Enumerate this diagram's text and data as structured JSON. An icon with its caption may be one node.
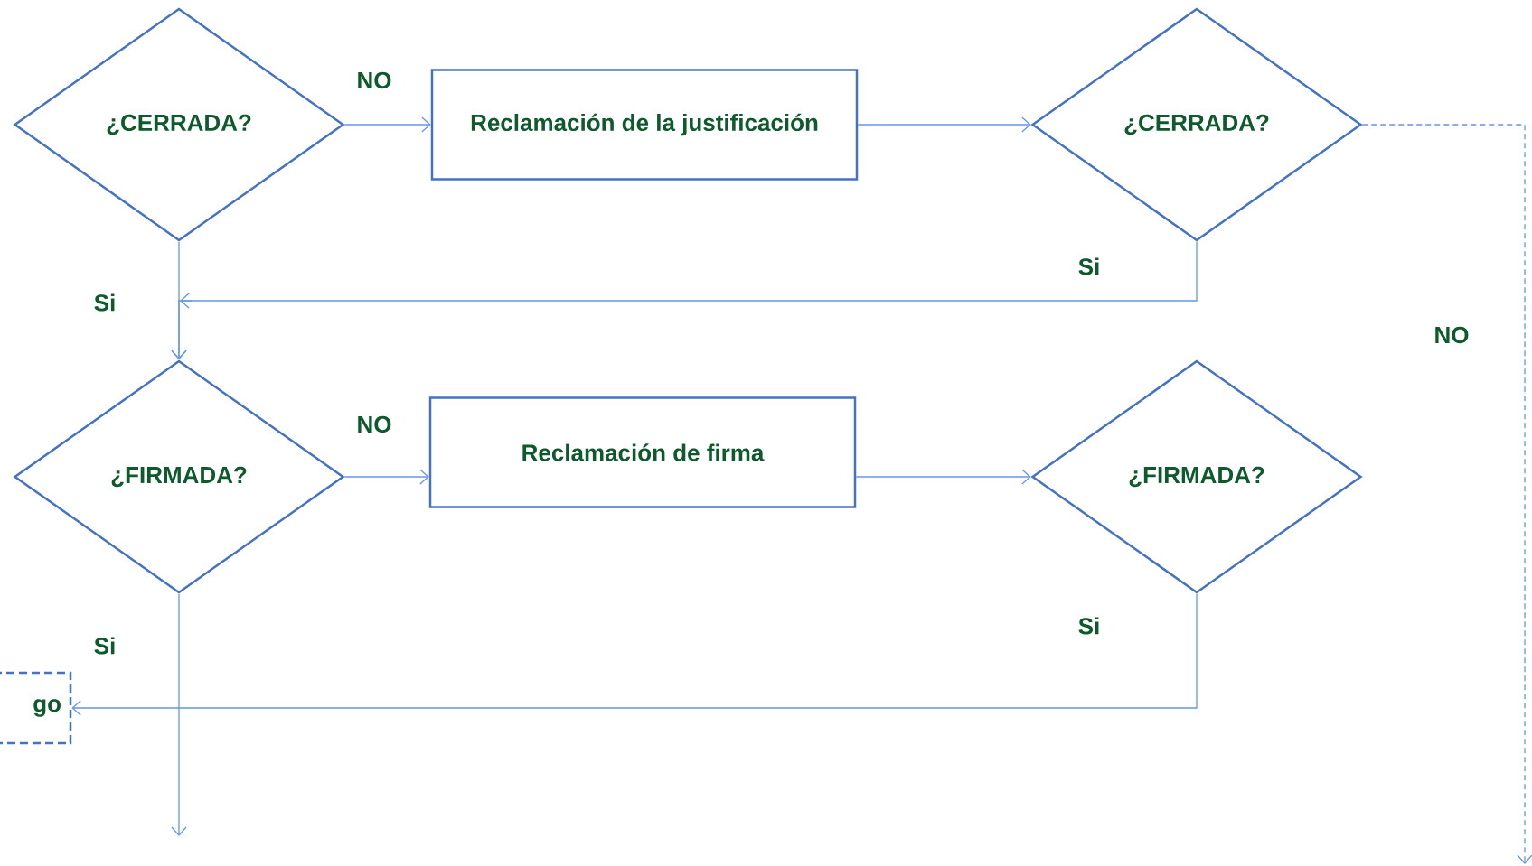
{
  "diagram": {
    "nodes": [
      {
        "text": [
          "¿CERRADA?"
        ]
      },
      {
        "text": [
          "Reclamación de la justificación"
        ]
      },
      {
        "text": [
          "¿CERRADA?"
        ]
      },
      {
        "text": [
          "¿FIRMADA?"
        ]
      },
      {
        "text": [
          "Reclamación de firma"
        ]
      },
      {
        "text": [
          "¿FIRMADA?"
        ]
      },
      {
        "text": [
          "go"
        ]
      }
    ],
    "edges": [
      {
        "from": 0,
        "to": 1,
        "arrow": "to",
        "label": "NO"
      },
      {
        "from": 1,
        "to": 2,
        "arrow": "to"
      },
      {
        "from": 2,
        "to": 3,
        "arrow": "to",
        "label": "Si"
      },
      {
        "from": 2,
        "to": null,
        "arrow": "to",
        "label": "NO",
        "style": "dashed"
      },
      {
        "from": 3,
        "to": 4,
        "arrow": "to",
        "label": "NO"
      },
      {
        "from": 4,
        "to": 5,
        "arrow": "to"
      },
      {
        "from": 5,
        "to": 6,
        "arrow": "to",
        "label": "Si"
      },
      {
        "from": 3,
        "to": null,
        "arrow": "to",
        "label": "Si"
      },
      {
        "from": 0,
        "to": 3,
        "arrow": "to",
        "label": "Si"
      }
    ]
  }
}
